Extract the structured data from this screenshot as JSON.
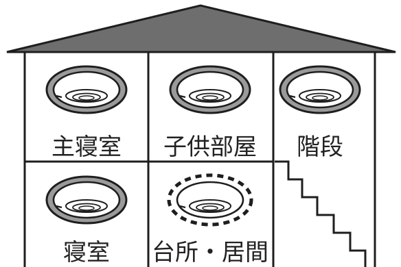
{
  "colors": {
    "roof_fill": "#6e6e6e",
    "line": "#1e1e1e",
    "detector_ring": "#9a9a9a",
    "detector_body": "#ffffff"
  },
  "rooms": {
    "master_bedroom": {
      "label": "主寝室",
      "detector": "installed"
    },
    "kids_room": {
      "label": "子供部屋",
      "detector": "installed"
    },
    "stairs": {
      "label": "階段",
      "detector": "installed"
    },
    "bedroom": {
      "label": "寝室",
      "detector": "installed"
    },
    "kitchen_living": {
      "label": "台所・居間",
      "detector": "recommended"
    }
  },
  "icons": {
    "smoke_detector": "smoke-detector-icon",
    "stair": "staircase-icon"
  }
}
